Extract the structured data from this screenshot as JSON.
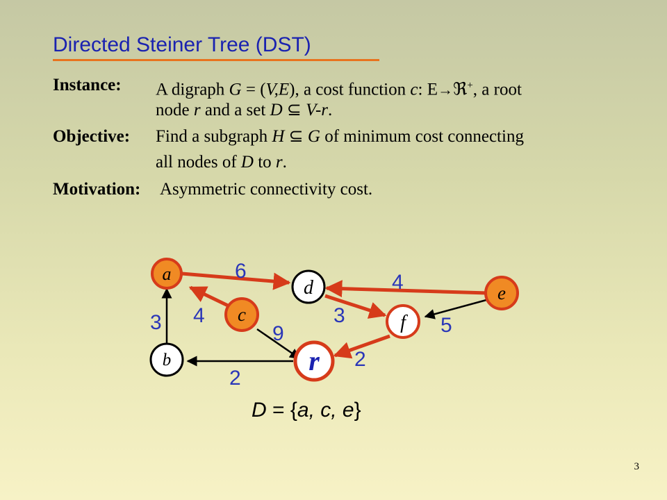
{
  "title": "Directed Steiner Tree (DST)",
  "instance": {
    "term": "Instance:",
    "line1_a": "A digraph ",
    "line1_G": "G",
    "line1_b": " = (",
    "line1_VE": "V,E",
    "line1_c": "), a cost function ",
    "line1_cfn": "c",
    "line1_d": ": E",
    "line1_arrow": "→",
    "line1_real": "ℜ",
    "line1_plus": "+",
    "line1_e": ", a root",
    "line2_a": "node ",
    "line2_r": "r",
    "line2_b": " and a set ",
    "line2_D": "D",
    "line2_sub": "⊆",
    "line2_Vr": "V-r",
    "line2_c": "."
  },
  "objective": {
    "term": "Objective:",
    "line1_a": "Find a subgraph ",
    "line1_H": "H",
    "line1_sub": "⊆",
    "line1_G": "G",
    "line1_b": " of minimum  cost connecting",
    "line2_a": "all nodes of ",
    "line2_D": "D",
    "line2_b": " to ",
    "line2_r": "r",
    "line2_c": "."
  },
  "motivation": {
    "term": "Motivation:",
    "text": "Asymmetric  connectivity  cost."
  },
  "graph": {
    "nodes": {
      "a": {
        "label": "a"
      },
      "b": {
        "label": "b"
      },
      "c": {
        "label": "c"
      },
      "d": {
        "label": "d"
      },
      "e": {
        "label": "e"
      },
      "f": {
        "label": "f"
      },
      "r": {
        "label": "r"
      }
    },
    "edge_labels": {
      "a_d": "6",
      "e_d": "4",
      "c_a": "4",
      "b_a": "3",
      "d_f": "3",
      "c_r": "9",
      "e_f": "5",
      "f_r": "2",
      "r_b": "2"
    }
  },
  "caption": {
    "a": "D",
    "b": " = {",
    "c": "a, c, e",
    "d": "}"
  },
  "page_number": "3",
  "colors": {
    "title": "#1a22b0",
    "underline": "#e8731e",
    "tree_edge": "#d63b1a",
    "terminal_fill": "#f08a24",
    "edge_label": "#2a36b8",
    "root_label": "#1a22b0"
  }
}
